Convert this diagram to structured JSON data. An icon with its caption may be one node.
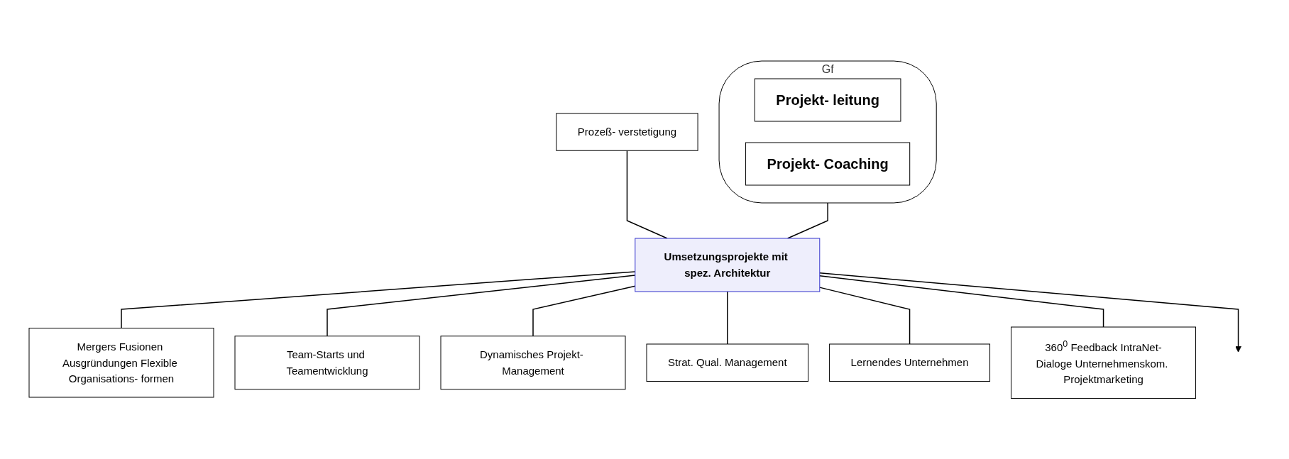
{
  "diagram": {
    "nodes": [
      {
        "text": [
          "Gf"
        ]
      },
      {
        "text": [
          "Projekt- leitung"
        ],
        "in": 0
      },
      {
        "text": [
          "Projekt- Coaching"
        ],
        "in": 0
      },
      {
        "text": [
          "Prozeß- verstetigung"
        ]
      },
      {
        "text": [
          "Umsetzungsprojekte mit spez. Architektur"
        ]
      },
      {
        "text": [
          "Mergers Fusionen Ausgründungen Flexible Organisations- formen"
        ]
      },
      {
        "text": [
          "Team-Starts und Teamentwicklung"
        ]
      },
      {
        "text": [
          "Dynamisches Projekt- Management"
        ]
      },
      {
        "text": [
          "Strat. Qual. Management"
        ]
      },
      {
        "text": [
          "Lernendes Unternehmen"
        ]
      },
      {
        "text": [
          "360$^{0}$ Feedback IntraNet-Dialoge Unternehmenskom. Projektmarketing"
        ]
      }
    ],
    "edges": [
      {
        "from": 0,
        "to": 4,
        "arrow": "none"
      },
      {
        "from": 3,
        "to": 4,
        "arrow": "none"
      },
      {
        "from": 4,
        "to": 5,
        "arrow": "none"
      },
      {
        "from": 4,
        "to": 6,
        "arrow": "none"
      },
      {
        "from": 4,
        "to": 7,
        "arrow": "none"
      },
      {
        "from": 4,
        "to": 8,
        "arrow": "none"
      },
      {
        "from": 4,
        "to": 9,
        "arrow": "none"
      },
      {
        "from": 4,
        "to": 10,
        "arrow": "none"
      },
      {
        "from": 4,
        "to": null,
        "arrow": "to"
      }
    ]
  }
}
